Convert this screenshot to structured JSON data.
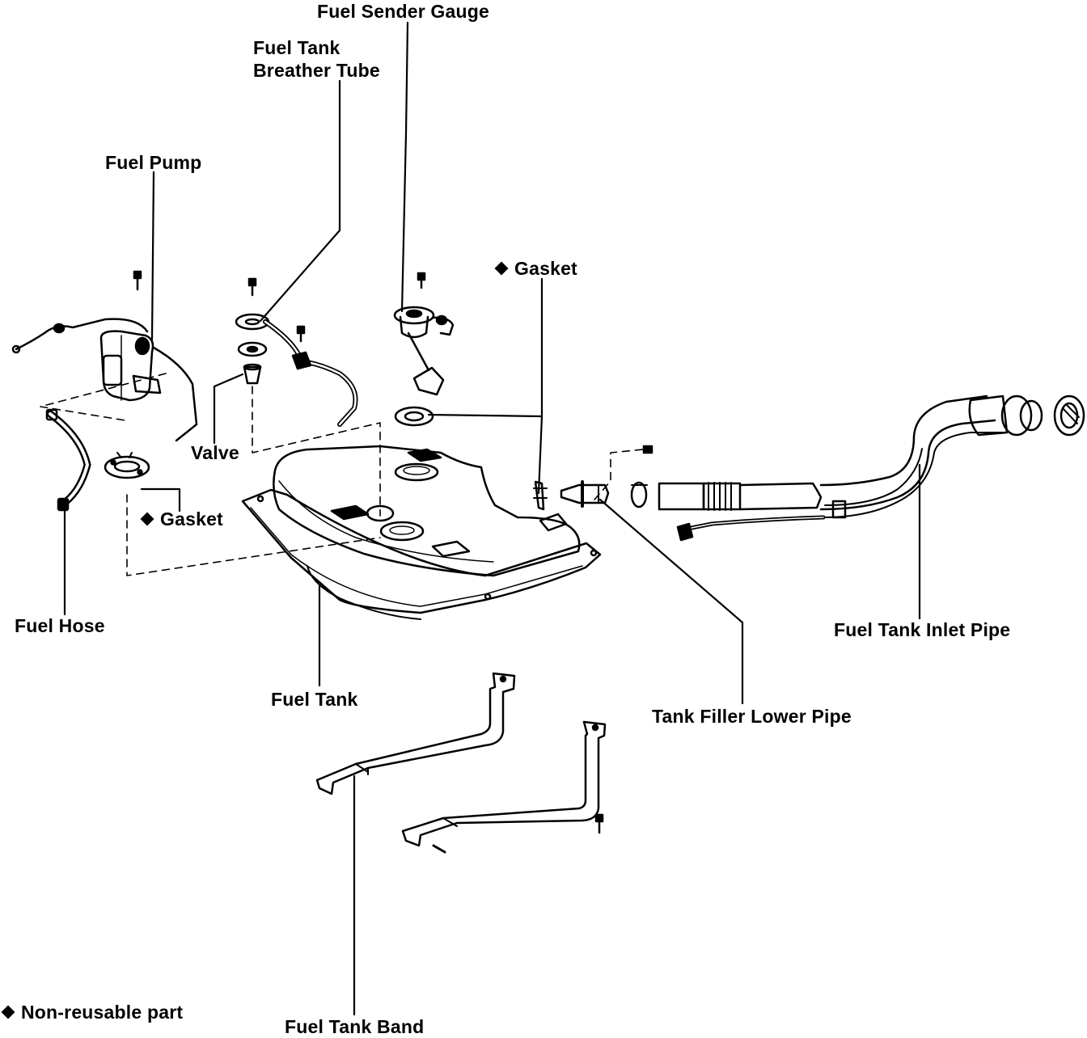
{
  "labels": {
    "fuel_sender_gauge": "Fuel Sender Gauge",
    "breather_tube_line1": "Fuel Tank",
    "breather_tube_line2": "Breather Tube",
    "fuel_pump": "Fuel Pump",
    "gasket_top": "Gasket",
    "valve": "Valve",
    "gasket_left": "Gasket",
    "fuel_hose": "Fuel Hose",
    "fuel_tank": "Fuel Tank",
    "fuel_tank_inlet_pipe": "Fuel Tank Inlet Pipe",
    "tank_filler_lower_pipe": "Tank Filler Lower Pipe",
    "fuel_tank_band": "Fuel Tank Band"
  },
  "legend": {
    "symbol": "diamond",
    "text": "Non-reusable part"
  },
  "colors": {
    "ink": "#000000",
    "paper": "#ffffff"
  }
}
